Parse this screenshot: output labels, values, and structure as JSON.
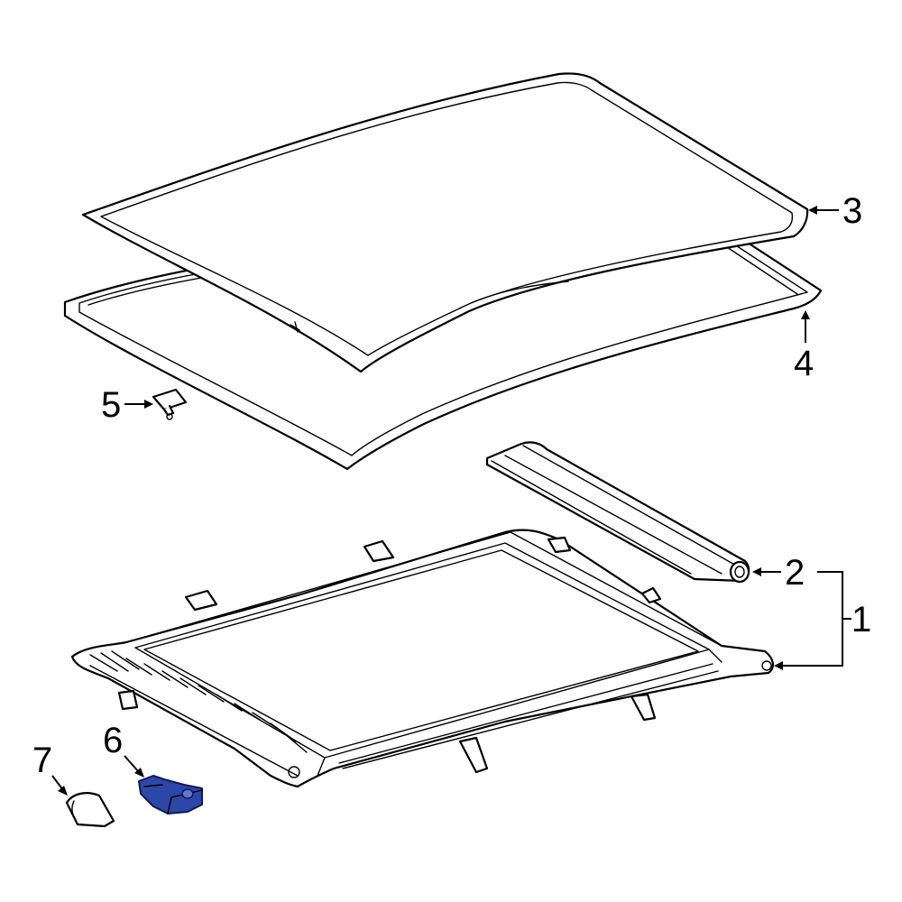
{
  "callouts": [
    {
      "id": "1",
      "label": "1"
    },
    {
      "id": "2",
      "label": "2"
    },
    {
      "id": "3",
      "label": "3"
    },
    {
      "id": "4",
      "label": "4"
    },
    {
      "id": "5",
      "label": "5"
    },
    {
      "id": "6",
      "label": "6"
    },
    {
      "id": "7",
      "label": "7"
    }
  ],
  "colors": {
    "line": "#000000",
    "background": "#ffffff",
    "highlight_part": "#2d47a8"
  },
  "highlighted_part": "6"
}
